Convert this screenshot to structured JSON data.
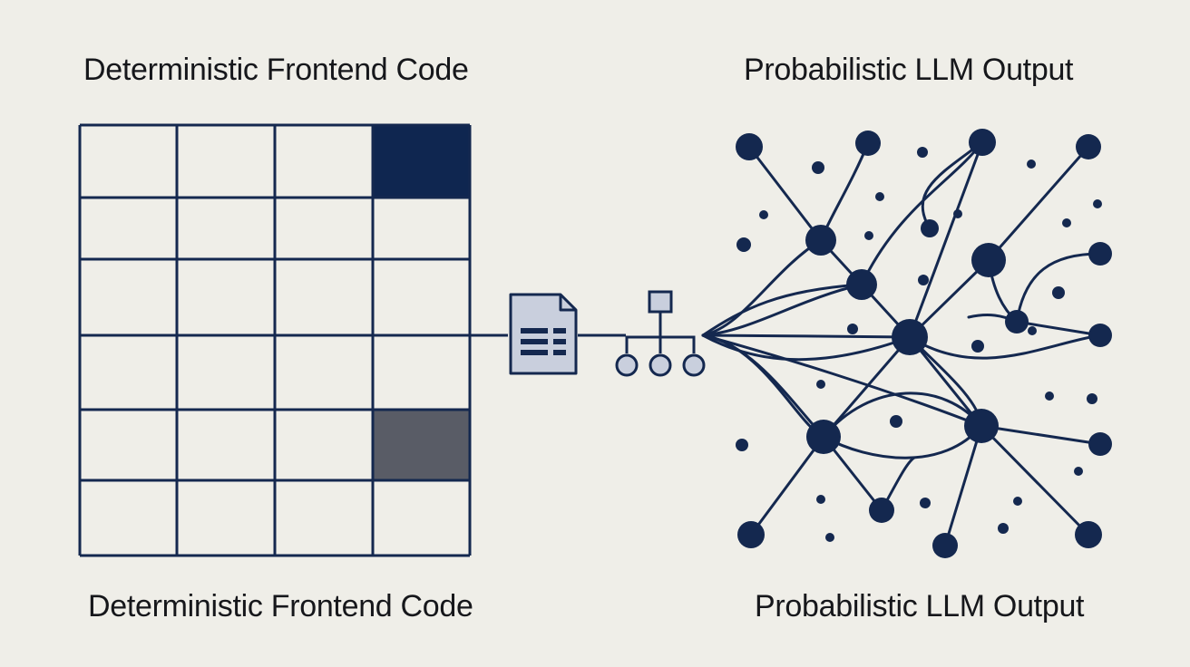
{
  "labels": {
    "top_left": "Deterministic Frontend Code",
    "top_right": "Probabilistic LLM Output",
    "bottom_left": "Deterministic Frontend Code",
    "bottom_right": "Probabilistic LLM Output"
  },
  "colors": {
    "background": "#efeee8",
    "navy": "#14284f",
    "dark_cell": "#0f2650",
    "gray_cell": "#595c66",
    "document_fill": "#c9cfdd"
  },
  "grid": {
    "rows": 6,
    "cols": 4,
    "filled_cells": [
      {
        "row": 0,
        "col": 3,
        "shade": "dark"
      },
      {
        "row": 4,
        "col": 3,
        "shade": "gray"
      }
    ]
  },
  "icons": [
    "document-icon",
    "hierarchy-icon"
  ]
}
